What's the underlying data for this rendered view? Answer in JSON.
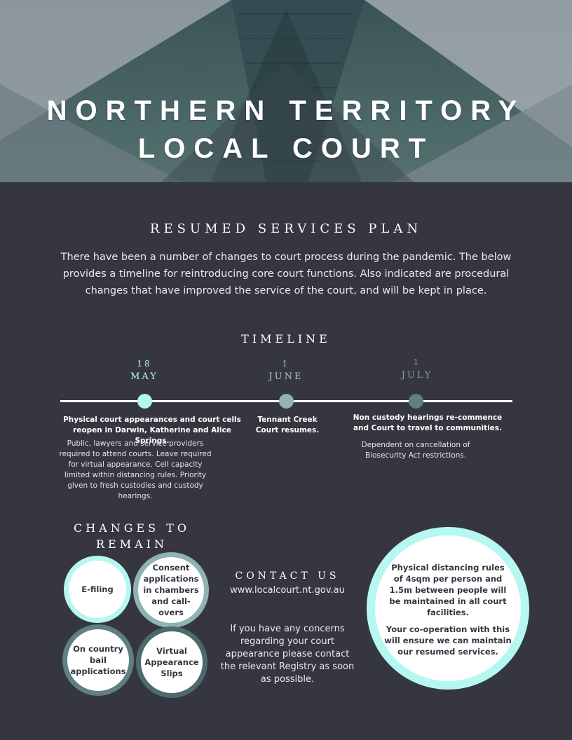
{
  "header": {
    "title_line1": "NORTHERN TERRITORY",
    "title_line2": "LOCAL COURT"
  },
  "plan": {
    "heading": "RESUMED SERVICES PLAN",
    "intro": "There have been a number of changes to court process during the pandemic. The below provides a timeline for reintroducing core court functions. Also indicated are  procedural changes that have improved the service of the court, and will be kept in place."
  },
  "timeline": {
    "heading": "TIMELINE",
    "events": [
      {
        "day": "18",
        "month": "MAY",
        "color": "#b5f7f1",
        "headline": "Physical court appearances and court cells reopen in Darwin, Katherine and Alice Springs.",
        "detail": "Public, lawyers and service providers required to attend courts. Leave required for virtual appearance. Cell capacity limited within distancing rules. Priority given to fresh custodies and custody hearings."
      },
      {
        "day": "1",
        "month": "JUNE",
        "color": "#8fb3b0",
        "headline": "Tennant Creek Court resumes.",
        "detail": ""
      },
      {
        "day": "1",
        "month": "JULY",
        "color": "#5f7f80",
        "headline": "Non custody hearings re-commence and Court to travel to communities.",
        "detail": "Dependent on cancellation of Biosecurity Act restrictions."
      }
    ]
  },
  "changes": {
    "heading": "CHANGES TO REMAIN",
    "items": [
      {
        "label": "E-filing",
        "ring_color": "#b5f7f1"
      },
      {
        "label": "Consent applications in chambers and call-overs",
        "ring_color": "#8fb3b0"
      },
      {
        "label": "On country bail applications",
        "ring_color": "#5f7f80"
      },
      {
        "label": "Virtual Appearance Slips",
        "ring_color": "#4b6b6d"
      }
    ]
  },
  "contact": {
    "heading": "CONTACT US",
    "website": "www.localcourt.nt.gov.au",
    "message": "If you have any concerns regarding your court appearance please contact the relevant Registry as soon as possible."
  },
  "notice": {
    "rules": "Physical distancing rules of 4sqm per person and 1.5m between people will be maintained in all court facilities.",
    "cooperation": "Your co-operation with this will ensure we can maintain our resumed services."
  }
}
